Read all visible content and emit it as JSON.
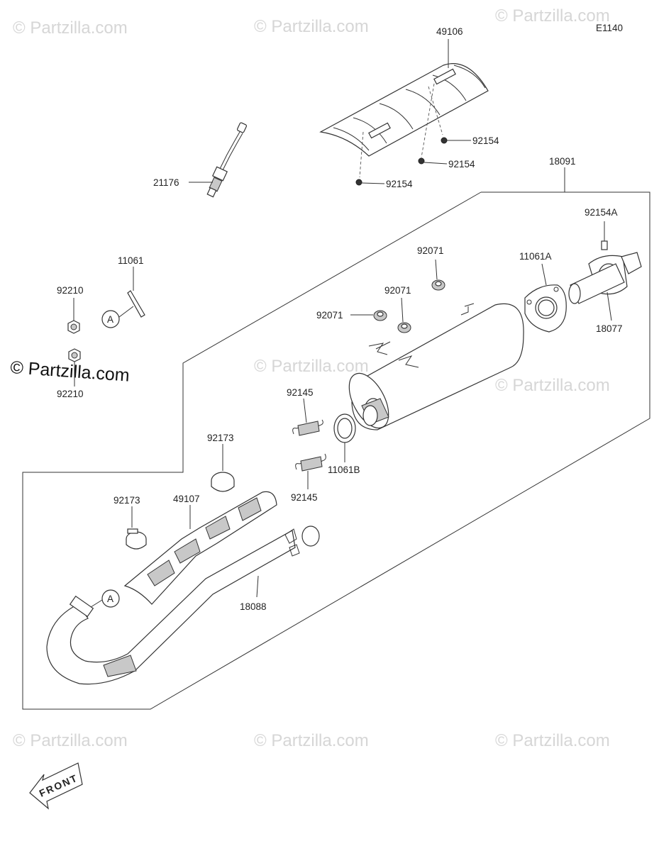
{
  "diagram_code": "E1140",
  "watermark": "© Partzilla.com",
  "watermark_prominent": "© Partzilla.com",
  "front_label": "FRONT",
  "ref_marker": "A",
  "labels": {
    "p49106": "49106",
    "p92154_a": "92154",
    "p92154_b": "92154",
    "p92154_c": "92154",
    "p21176": "21176",
    "p18091": "18091",
    "p92154A": "92154A",
    "p11061A": "11061A",
    "p18077": "18077",
    "p92071_a": "92071",
    "p92071_b": "92071",
    "p92071_c": "92071",
    "p11061": "11061",
    "p92210_a": "92210",
    "p92210_b": "92210",
    "p92145_a": "92145",
    "p92145_b": "92145",
    "p11061B": "11061B",
    "p92173_a": "92173",
    "p92173_b": "92173",
    "p49107": "49107",
    "p18088": "18088"
  },
  "colors": {
    "line": "#333333",
    "watermark": "#d6d6d6",
    "shade": "#c8c8c8"
  }
}
